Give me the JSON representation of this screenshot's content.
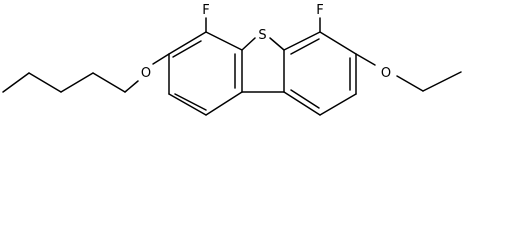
{
  "structure": {
    "atoms": {
      "sulfur": "S",
      "fluorine_left": "F",
      "fluorine_right": "F",
      "oxygen_pentyloxy": "O",
      "oxygen_ethoxy": "O"
    },
    "bond_color": "#000000",
    "background_color": "#ffffff"
  }
}
